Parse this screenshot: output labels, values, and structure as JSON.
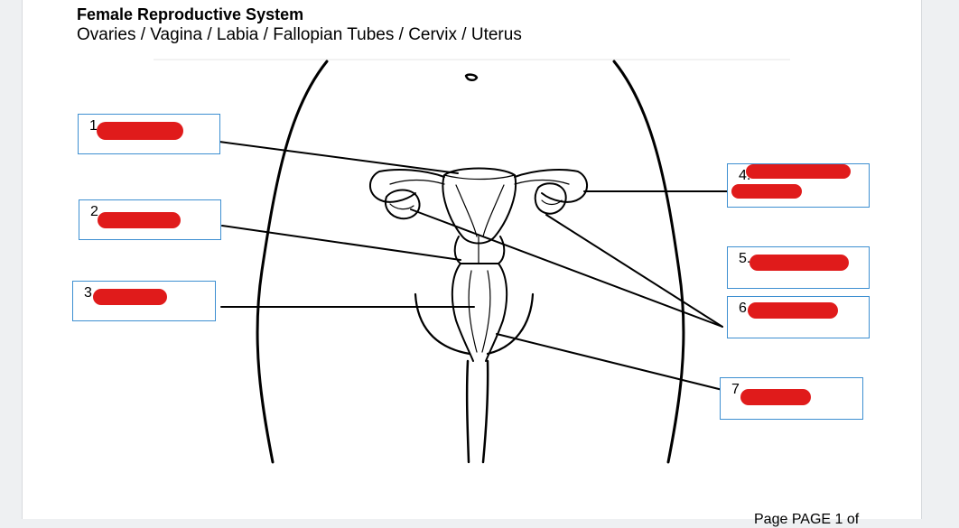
{
  "header": {
    "title": "Female Reproductive System",
    "subtitle": "Ovaries / Vagina / Labia /  Fallopian Tubes / Cervix / Uterus"
  },
  "labels": [
    {
      "number": "1."
    },
    {
      "number": "2"
    },
    {
      "number": "3."
    },
    {
      "number": "4."
    },
    {
      "number": "5."
    },
    {
      "number": "6."
    },
    {
      "number": "7"
    }
  ],
  "footer": {
    "text": "Page PAGE 1 of"
  },
  "colors": {
    "box_border": "#3d8fd1",
    "redaction": "#e01b1b",
    "line": "#000000"
  }
}
